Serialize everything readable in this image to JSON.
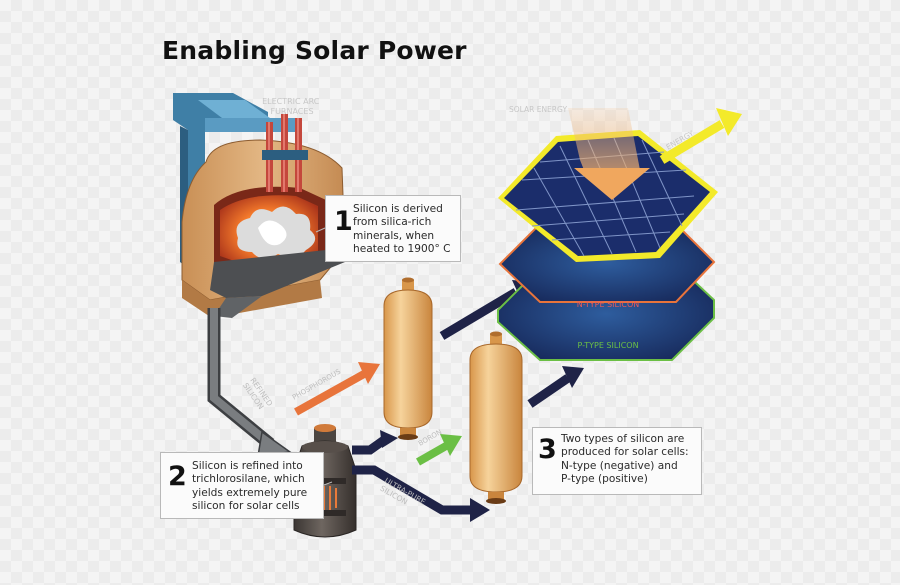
{
  "title": "Enabling Solar Power",
  "labels": {
    "furnaces": "ELECTRIC ARC\nFURNACES",
    "solar_energy": "SOLAR ENERGY",
    "energy": "ENERGY",
    "n_type": "N-TYPE SILICON",
    "p_type": "P-TYPE SILICON",
    "refined": "REFINED\nSILICON",
    "phosphorous": "PHOSPHOROUS",
    "boron": "BORON",
    "ultra_pure": "ULTRA-PURE\nSILICON"
  },
  "steps": [
    {
      "number": "1",
      "text": "Silicon is derived\nfrom silica-rich\nminerals, when\nheated to 1900° C"
    },
    {
      "number": "2",
      "text": "Silicon is refined into\ntrichlorosilane, which\nyields extremely pure\nsilicon for solar cells"
    },
    {
      "number": "3",
      "text": "Two types of silicon are\nproduced for solar cells:\nN-type (negative) and\nP-type (positive)"
    }
  ],
  "icons": [
    "electric-arc-furnace-icon",
    "reactor-icon",
    "storage-tank-icon",
    "solar-panel-icon",
    "arrow-icon"
  ],
  "colors": {
    "panel": "#1b2d6b",
    "n_type_edge": "#e8743b",
    "p_type_edge": "#6bbf45",
    "energy_arrow": "#f3ea2a",
    "sun_beam": "#f2c08d",
    "tank": "#e8b46a",
    "dark_arrow": "#1f2347",
    "furnace_frame": "#3f7fa6"
  }
}
